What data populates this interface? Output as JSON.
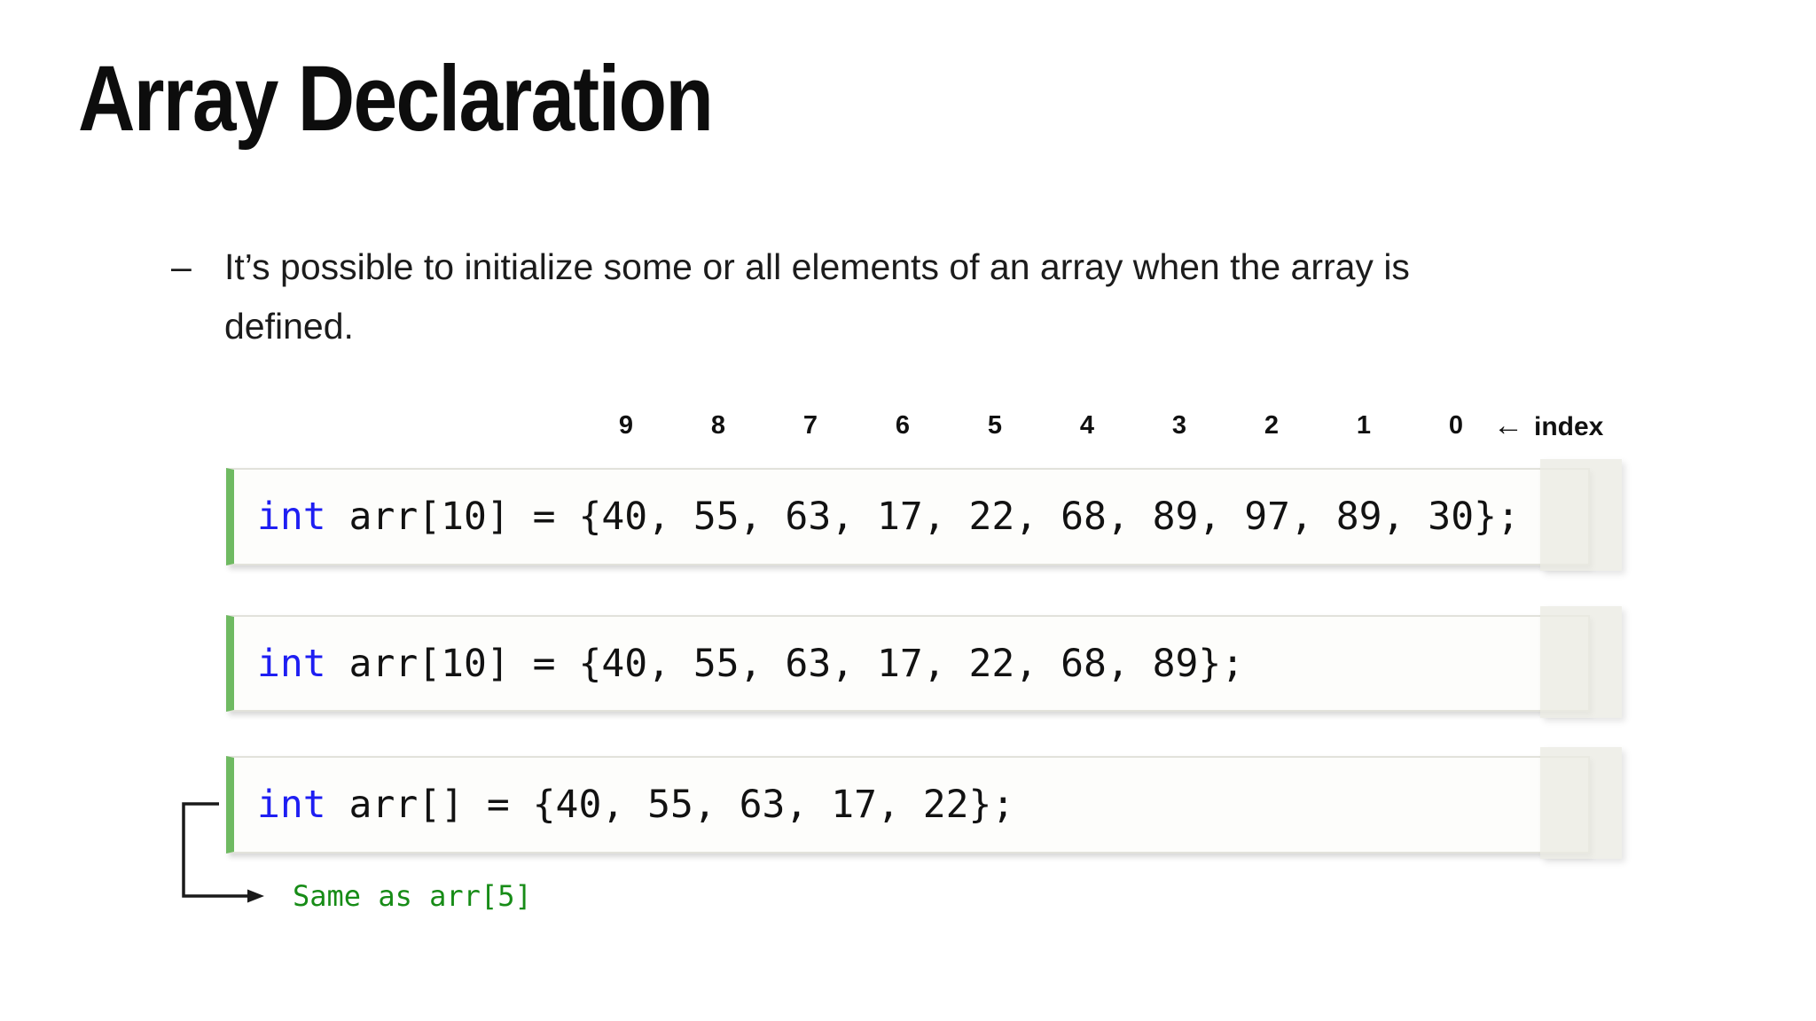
{
  "slide": {
    "title": "Array Declaration",
    "bullet": {
      "marker": "–",
      "lines": [
        "It’s possible to initialize some or all elements of an array when the array is",
        "defined."
      ]
    },
    "index_row": {
      "labels": [
        "9",
        "8",
        "7",
        "6",
        "5",
        "4",
        "3",
        "2",
        "1",
        "0"
      ],
      "arrow": "←",
      "caption": "index"
    },
    "code_boxes": [
      {
        "keyword": "int",
        "rest": " arr[10] = {40, 55, 63, 17, 22, 68, 89, 97, 89, 30};"
      },
      {
        "keyword": "int",
        "rest": " arr[10] = {40, 55, 63, 17, 22, 68, 89};"
      },
      {
        "keyword": "int",
        "rest": " arr[] = {40, 55, 63, 17, 22};"
      }
    ],
    "annotation": {
      "text": "Same as arr[5]"
    },
    "colors": {
      "keyword_blue": "#1e1ef2",
      "green_bar": "#6fba62",
      "annotation_green": "#178c17",
      "code_text": "#121212"
    }
  }
}
